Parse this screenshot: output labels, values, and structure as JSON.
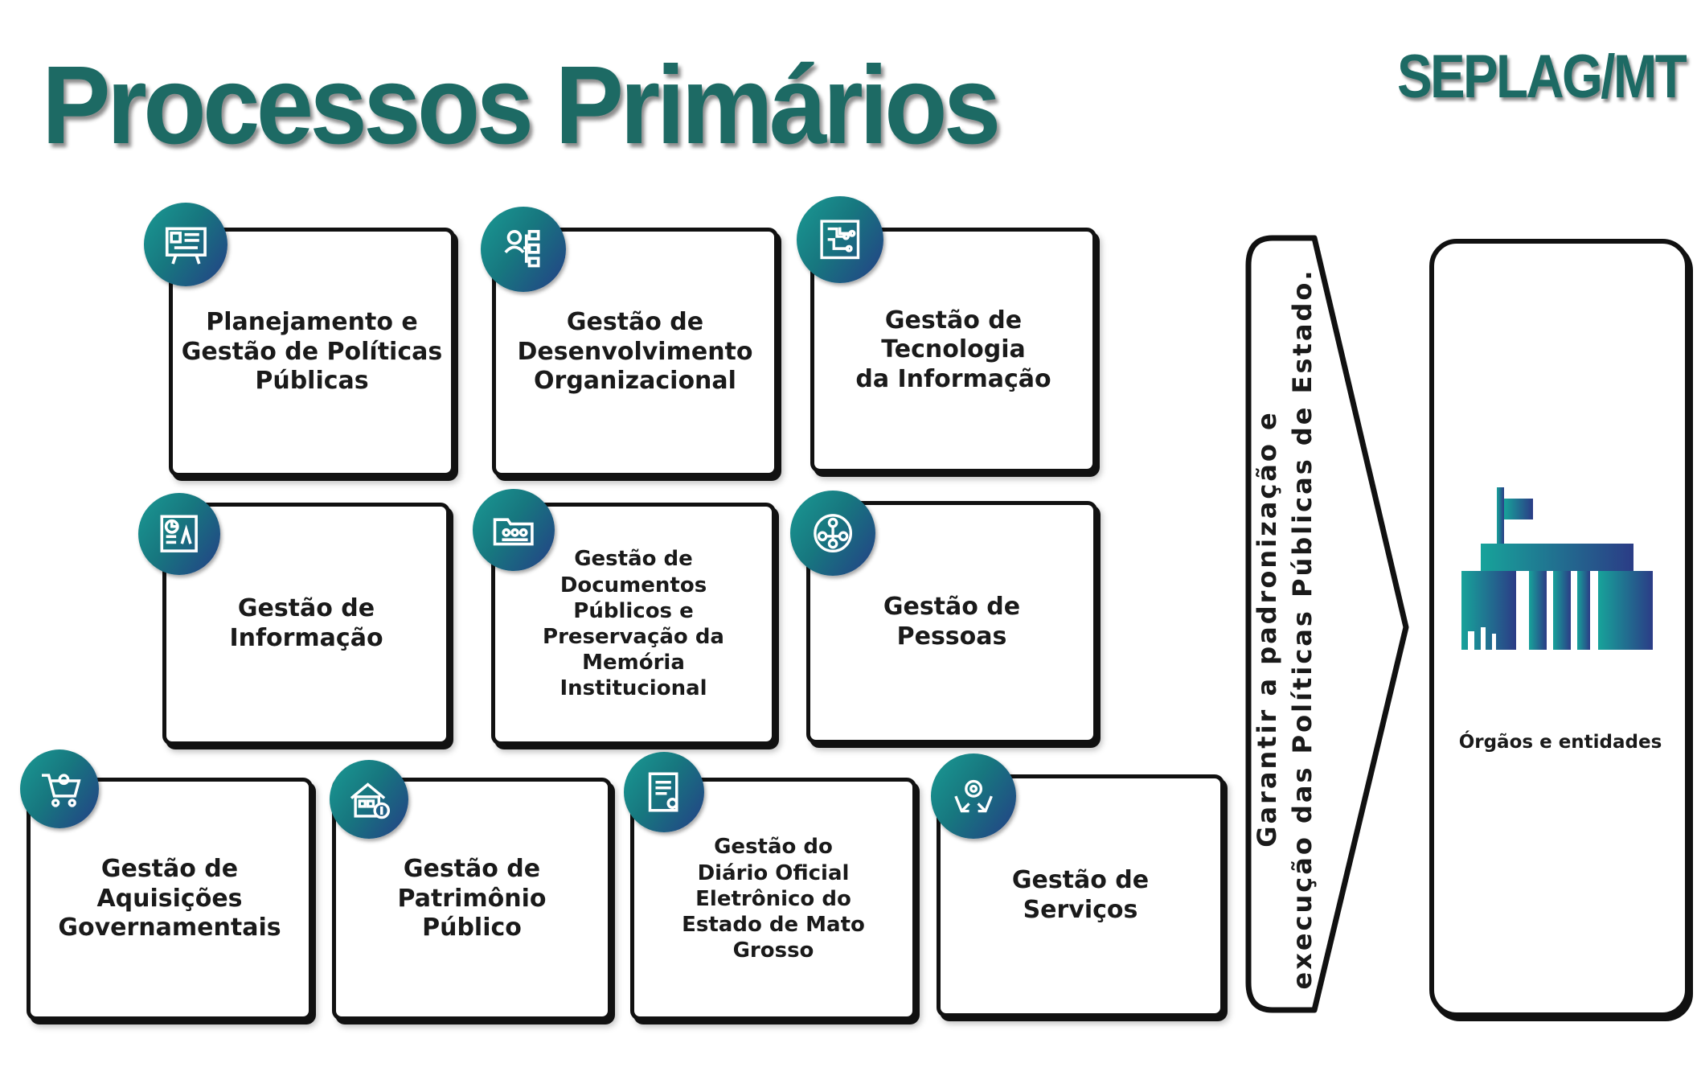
{
  "header": {
    "title": "Processos Primários",
    "organization": "SEPLAG/MT"
  },
  "colors": {
    "title": "#1d6a64",
    "badge_start": "#1a9a94",
    "badge_end": "#243f86",
    "border": "#111111"
  },
  "processes": [
    {
      "label": "Planejamento e\nGestão de Políticas\nPúblicas",
      "icon": "planning-board-icon"
    },
    {
      "label": "Gestão de\nDesenvolvimento\nOrganizacional",
      "icon": "org-chart-icon"
    },
    {
      "label": "Gestão de\nTecnologia\nda Informação",
      "icon": "circuit-board-icon"
    },
    {
      "label": "Gestão de\nInformação",
      "icon": "document-chart-icon"
    },
    {
      "label": "Gestão de\nDocumentos\nPúblicos e\nPreservação da\nMemória\nInstitucional",
      "icon": "archive-folder-icon"
    },
    {
      "label": "Gestão de\nPessoas",
      "icon": "people-network-icon"
    },
    {
      "label": "Gestão de\nAquisições\nGovernamentais",
      "icon": "shopping-cart-icon"
    },
    {
      "label": "Gestão de\nPatrimônio\nPúblico",
      "icon": "property-money-icon"
    },
    {
      "label": "Gestão do\nDiário Oficial\nEletrônico do\nEstado de Mato\nGrosso",
      "icon": "official-document-icon"
    },
    {
      "label": "Gestão de\nServiços",
      "icon": "service-hands-icon"
    }
  ],
  "banner": {
    "line1": "Garantir a padronização e",
    "line2": "execução das Políticas Públicas de Estado."
  },
  "target": {
    "label": "Órgãos e entidades",
    "icon": "government-building-icon"
  }
}
